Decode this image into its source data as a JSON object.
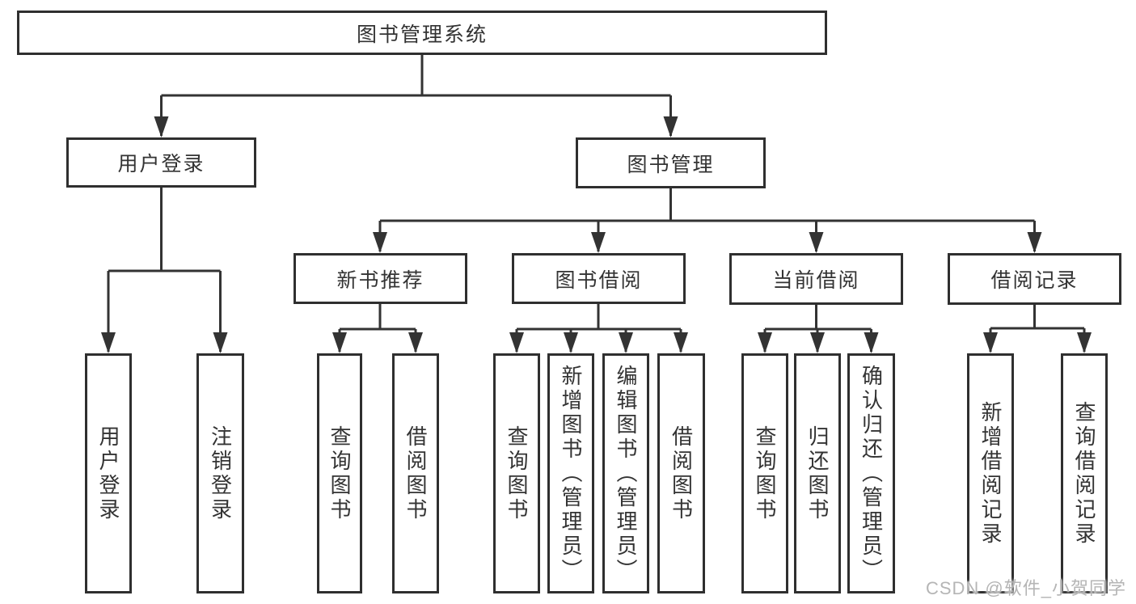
{
  "diagram": {
    "root": "图书管理系统",
    "branches": [
      {
        "label": "用户登录",
        "leaves": [
          "用户登录",
          "注销登录"
        ]
      },
      {
        "label": "图书管理",
        "groups": [
          {
            "label": "新书推荐",
            "leaves": [
              "查询图书",
              "借阅图书"
            ]
          },
          {
            "label": "图书借阅",
            "leaves": [
              "查询图书",
              "新增图书（管理员）",
              "编辑图书（管理员）",
              "借阅图书"
            ]
          },
          {
            "label": "当前借阅",
            "leaves": [
              "查询图书",
              "归还图书",
              "确认归还（管理员）"
            ]
          },
          {
            "label": "借阅记录",
            "leaves": [
              "新增借阅记录",
              "查询借阅记录"
            ]
          }
        ]
      }
    ]
  },
  "watermark": {
    "text": "CSDN @软件_小贺同学"
  },
  "colors": {
    "background": "#ffffff",
    "box_fill": "#ffffff",
    "box_border": "#2f2f2f",
    "line": "#333333",
    "text": "#333333",
    "watermark": "#b5b5b5"
  }
}
